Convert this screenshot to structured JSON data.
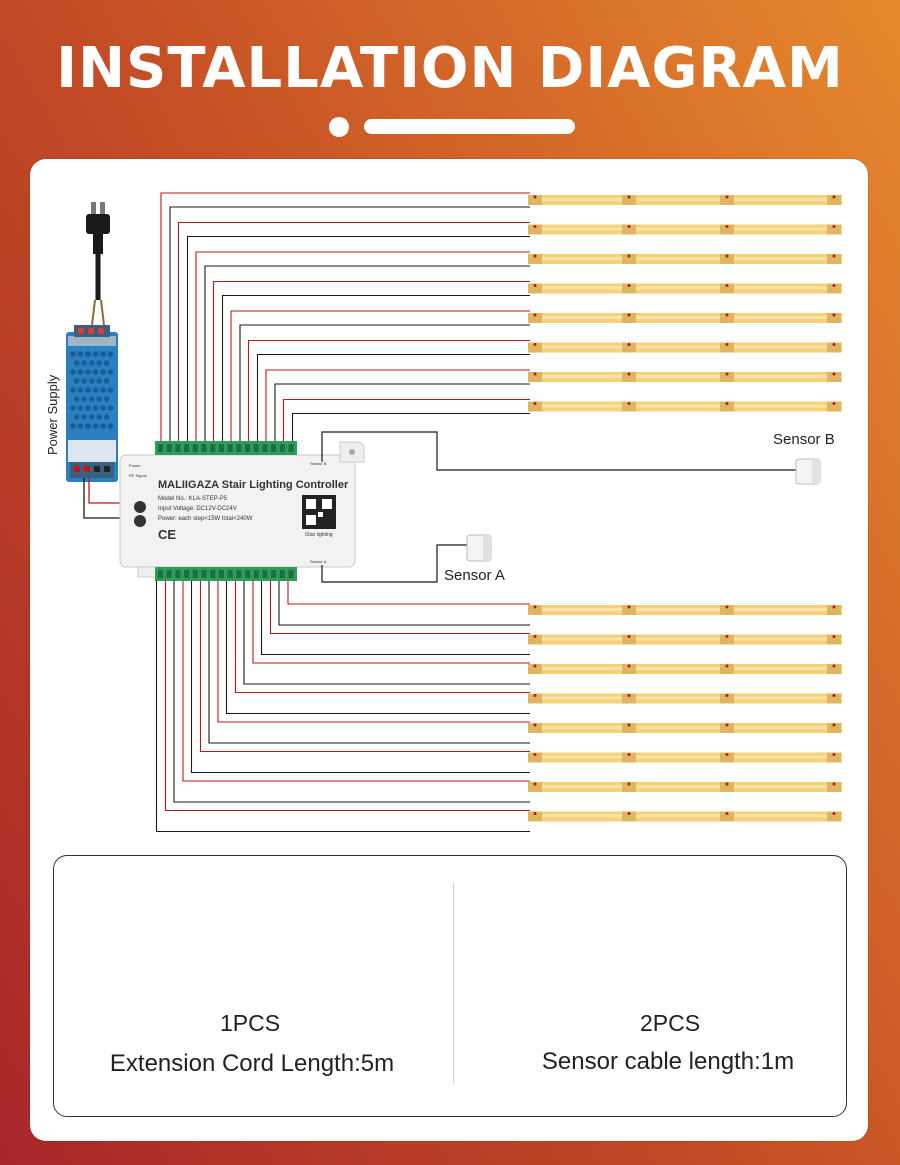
{
  "header": {
    "title": "INSTALLATION DIAGRAM"
  },
  "power_supply": {
    "label": "Power Supply"
  },
  "controller": {
    "name": "MALIIGAZA Stair Lighting Controller",
    "model": "Model No.: KLA-STEP-P5",
    "input_voltage": "Input Voltage: DC12V-DC24V",
    "power": "Power: each step<15W total<240W",
    "app_label": "iStar lighting",
    "port_power": "Power",
    "port_rf": "RF Signal",
    "port_sensor_b": "Sensor B",
    "port_sensor_a": "Sensor A"
  },
  "sensors": {
    "b_label": "Sensor B",
    "a_label": "Sensor A"
  },
  "accessories": {
    "left": {
      "qty": "1PCS",
      "desc": "Extension Cord Length:5m"
    },
    "right": {
      "qty": "2PCS",
      "desc": "Sensor cable length:1m"
    }
  },
  "colors": {
    "accent_orange": "#e6892e",
    "accent_red": "#a8272a",
    "wire_red": "#c0161c",
    "wire_black": "#1a1a1a",
    "terminal_green": "#2e9c5a",
    "led_yellow": "#f5d27a",
    "psu_blue": "#2a7fc1"
  },
  "strips": {
    "top_count": 8,
    "bottom_count": 8
  }
}
